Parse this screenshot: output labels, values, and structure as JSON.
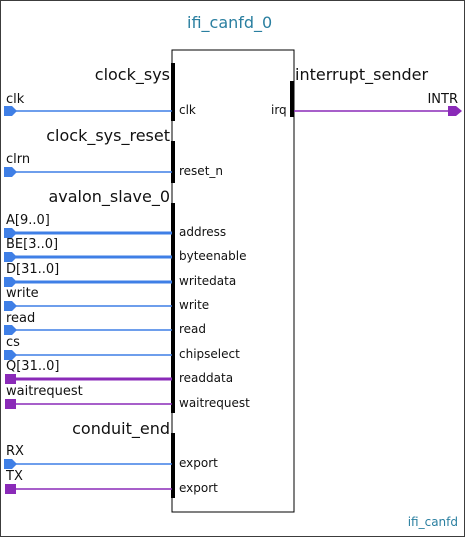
{
  "component": {
    "title": "ifi_canfd_0",
    "type_label": "ifi_canfd"
  },
  "colors": {
    "in_wire": "#3f7fe6",
    "out_wire": "#8a2ab8",
    "box_border": "#000000",
    "interface_bar": "#000000",
    "title": "#2a7fa0"
  },
  "interfaces": [
    {
      "name": "clock_sys"
    },
    {
      "name": "clock_sys_reset"
    },
    {
      "name": "avalon_slave_0"
    },
    {
      "name": "conduit_end"
    },
    {
      "name": "interrupt_sender"
    }
  ],
  "left_ports": [
    {
      "pin": "clk",
      "port": "clk",
      "direction": "in"
    },
    {
      "pin": "clrn",
      "port": "reset_n",
      "direction": "in"
    },
    {
      "pin": "A[9..0]",
      "port": "address",
      "direction": "in",
      "bus": true
    },
    {
      "pin": "BE[3..0]",
      "port": "byteenable",
      "direction": "in",
      "bus": true
    },
    {
      "pin": "D[31..0]",
      "port": "writedata",
      "direction": "in",
      "bus": true
    },
    {
      "pin": "write",
      "port": "write",
      "direction": "in"
    },
    {
      "pin": "read",
      "port": "read",
      "direction": "in"
    },
    {
      "pin": "cs",
      "port": "chipselect",
      "direction": "in"
    },
    {
      "pin": "Q[31..0]",
      "port": "readdata",
      "direction": "out",
      "bus": true
    },
    {
      "pin": "waitrequest",
      "port": "waitrequest",
      "direction": "out"
    },
    {
      "pin": "RX",
      "port": "export",
      "direction": "in"
    },
    {
      "pin": "TX",
      "port": "export",
      "direction": "out"
    }
  ],
  "right_ports": [
    {
      "pin": "INTR",
      "port": "irq",
      "direction": "out"
    }
  ]
}
